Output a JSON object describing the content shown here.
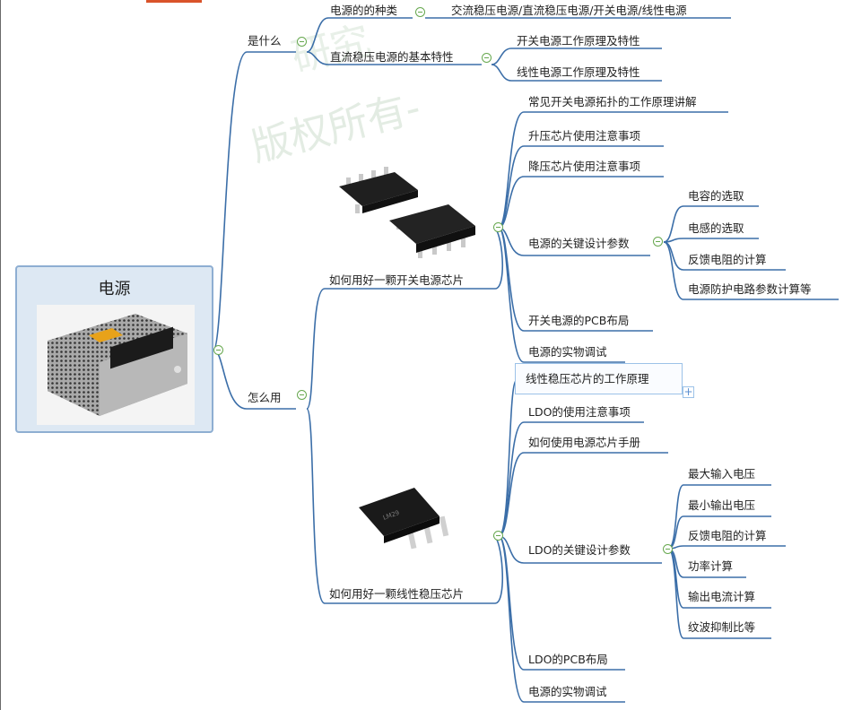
{
  "root": {
    "label": "电源",
    "image": "power-supply-unit-photo"
  },
  "branch_what": {
    "label": "是什么",
    "children": {
      "types": {
        "label": "电源的的种类",
        "child": "交流稳压电源/直流稳压电源/开关电源/线性电源"
      },
      "dc_features": {
        "label": "直流稳压电源的基本特性",
        "children": [
          "开关电源工作原理及特性",
          "线性电源工作原理及特性"
        ]
      }
    }
  },
  "branch_how": {
    "label": "怎么用",
    "switching": {
      "label": "如何用好一颗开关电源芯片",
      "image": "soic8-chip-photo",
      "children": [
        "常见开关电源拓扑的工作原理讲解",
        "升压芯片使用注意事项",
        "降压芯片使用注意事项"
      ],
      "key_params": {
        "label": "电源的关键设计参数",
        "children": [
          "电容的选取",
          "电感的选取",
          "反馈电阻的计算",
          "电源防护电路参数计算等"
        ]
      },
      "after": [
        "开关电源的PCB布局",
        "电源的实物调试"
      ]
    },
    "linear": {
      "label": "如何用好一颗线性稳压芯片",
      "image": "to263-regulator-photo",
      "children": [
        "线性稳压芯片的工作原理",
        "LDO的使用注意事项",
        "如何使用电源芯片手册"
      ],
      "key_params": {
        "label": "LDO的关键设计参数",
        "children": [
          "最大输入电压",
          "最小输出电压",
          "反馈电阻的计算",
          "功率计算",
          "输出电流计算",
          "纹波抑制比等"
        ]
      },
      "after": [
        "LDO的PCB布局",
        "电源的实物调试"
      ]
    }
  },
  "watermark": "版权所有-"
}
